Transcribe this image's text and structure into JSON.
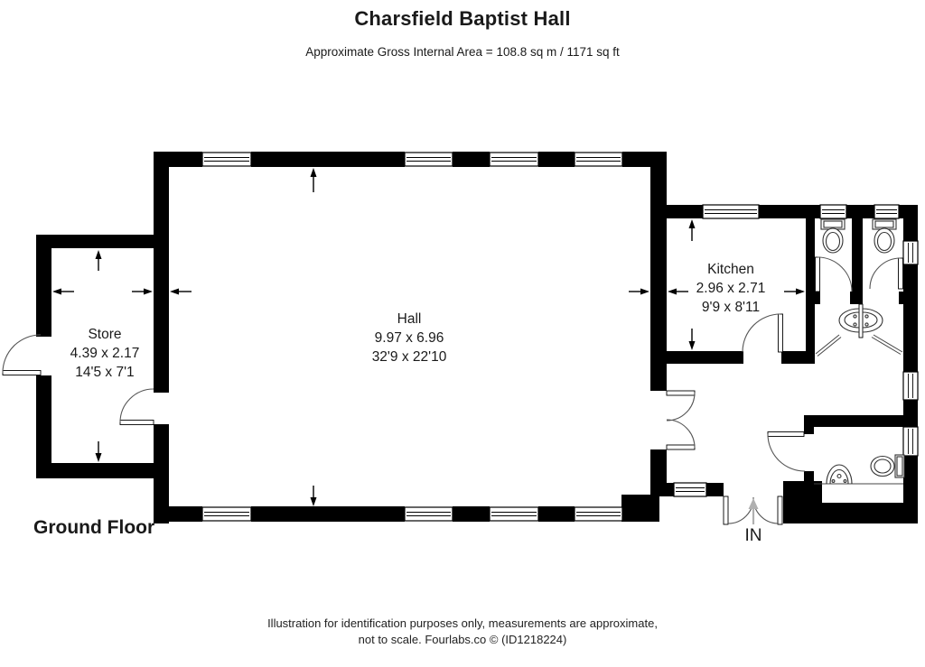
{
  "header": {
    "title": "Charsfield Baptist Hall",
    "subtitle": "Approximate Gross Internal Area = 108.8 sq m / 1171 sq ft"
  },
  "plan": {
    "floor_label": "Ground Floor",
    "entrance_label": "IN",
    "rooms": {
      "store": {
        "name": "Store",
        "dimensions_m": "4.39 x 2.17",
        "dimensions_ft": "14'5 x 7'1"
      },
      "hall": {
        "name": "Hall",
        "dimensions_m": "9.97 x 6.96",
        "dimensions_ft": "32'9 x 22'10"
      },
      "kitchen": {
        "name": "Kitchen",
        "dimensions_m": "2.96 x 2.71",
        "dimensions_ft": "9'9 x 8'11"
      }
    }
  },
  "footer": {
    "line1": "Illustration for identification purposes only, measurements are approximate,",
    "line2": "not to scale. Fourlabs.co © (ID1218224)"
  },
  "colors": {
    "wall": "#000000",
    "text": "#1a1a1a",
    "door_arc": "#555555",
    "in_arrow": "#b0b0b0"
  }
}
